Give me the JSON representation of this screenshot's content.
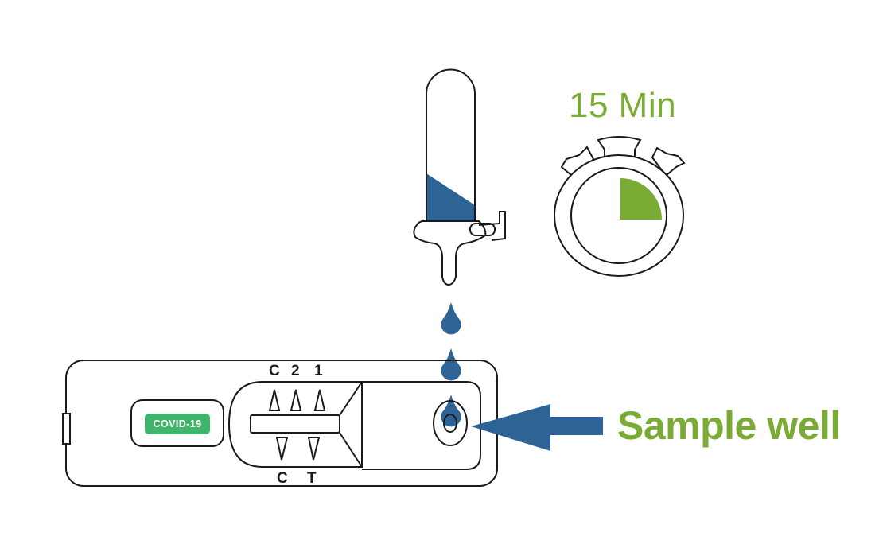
{
  "timer": {
    "label": "15 Min",
    "elapsed_fraction": 0.25
  },
  "callout": {
    "label": "Sample well"
  },
  "cassette": {
    "badge": "COVID-19",
    "top_marks": [
      "C",
      "2",
      "1"
    ],
    "bottom_marks": [
      "C",
      "T"
    ]
  },
  "drops": {
    "count": 3
  },
  "colors": {
    "blue": "#2e6396",
    "green": "#7aab35",
    "badge_green": "#3fb56b",
    "outline": "#1a1a1a"
  },
  "icons": [
    "dropper-icon",
    "stopwatch-icon",
    "arrow-icon",
    "drop-icon"
  ]
}
